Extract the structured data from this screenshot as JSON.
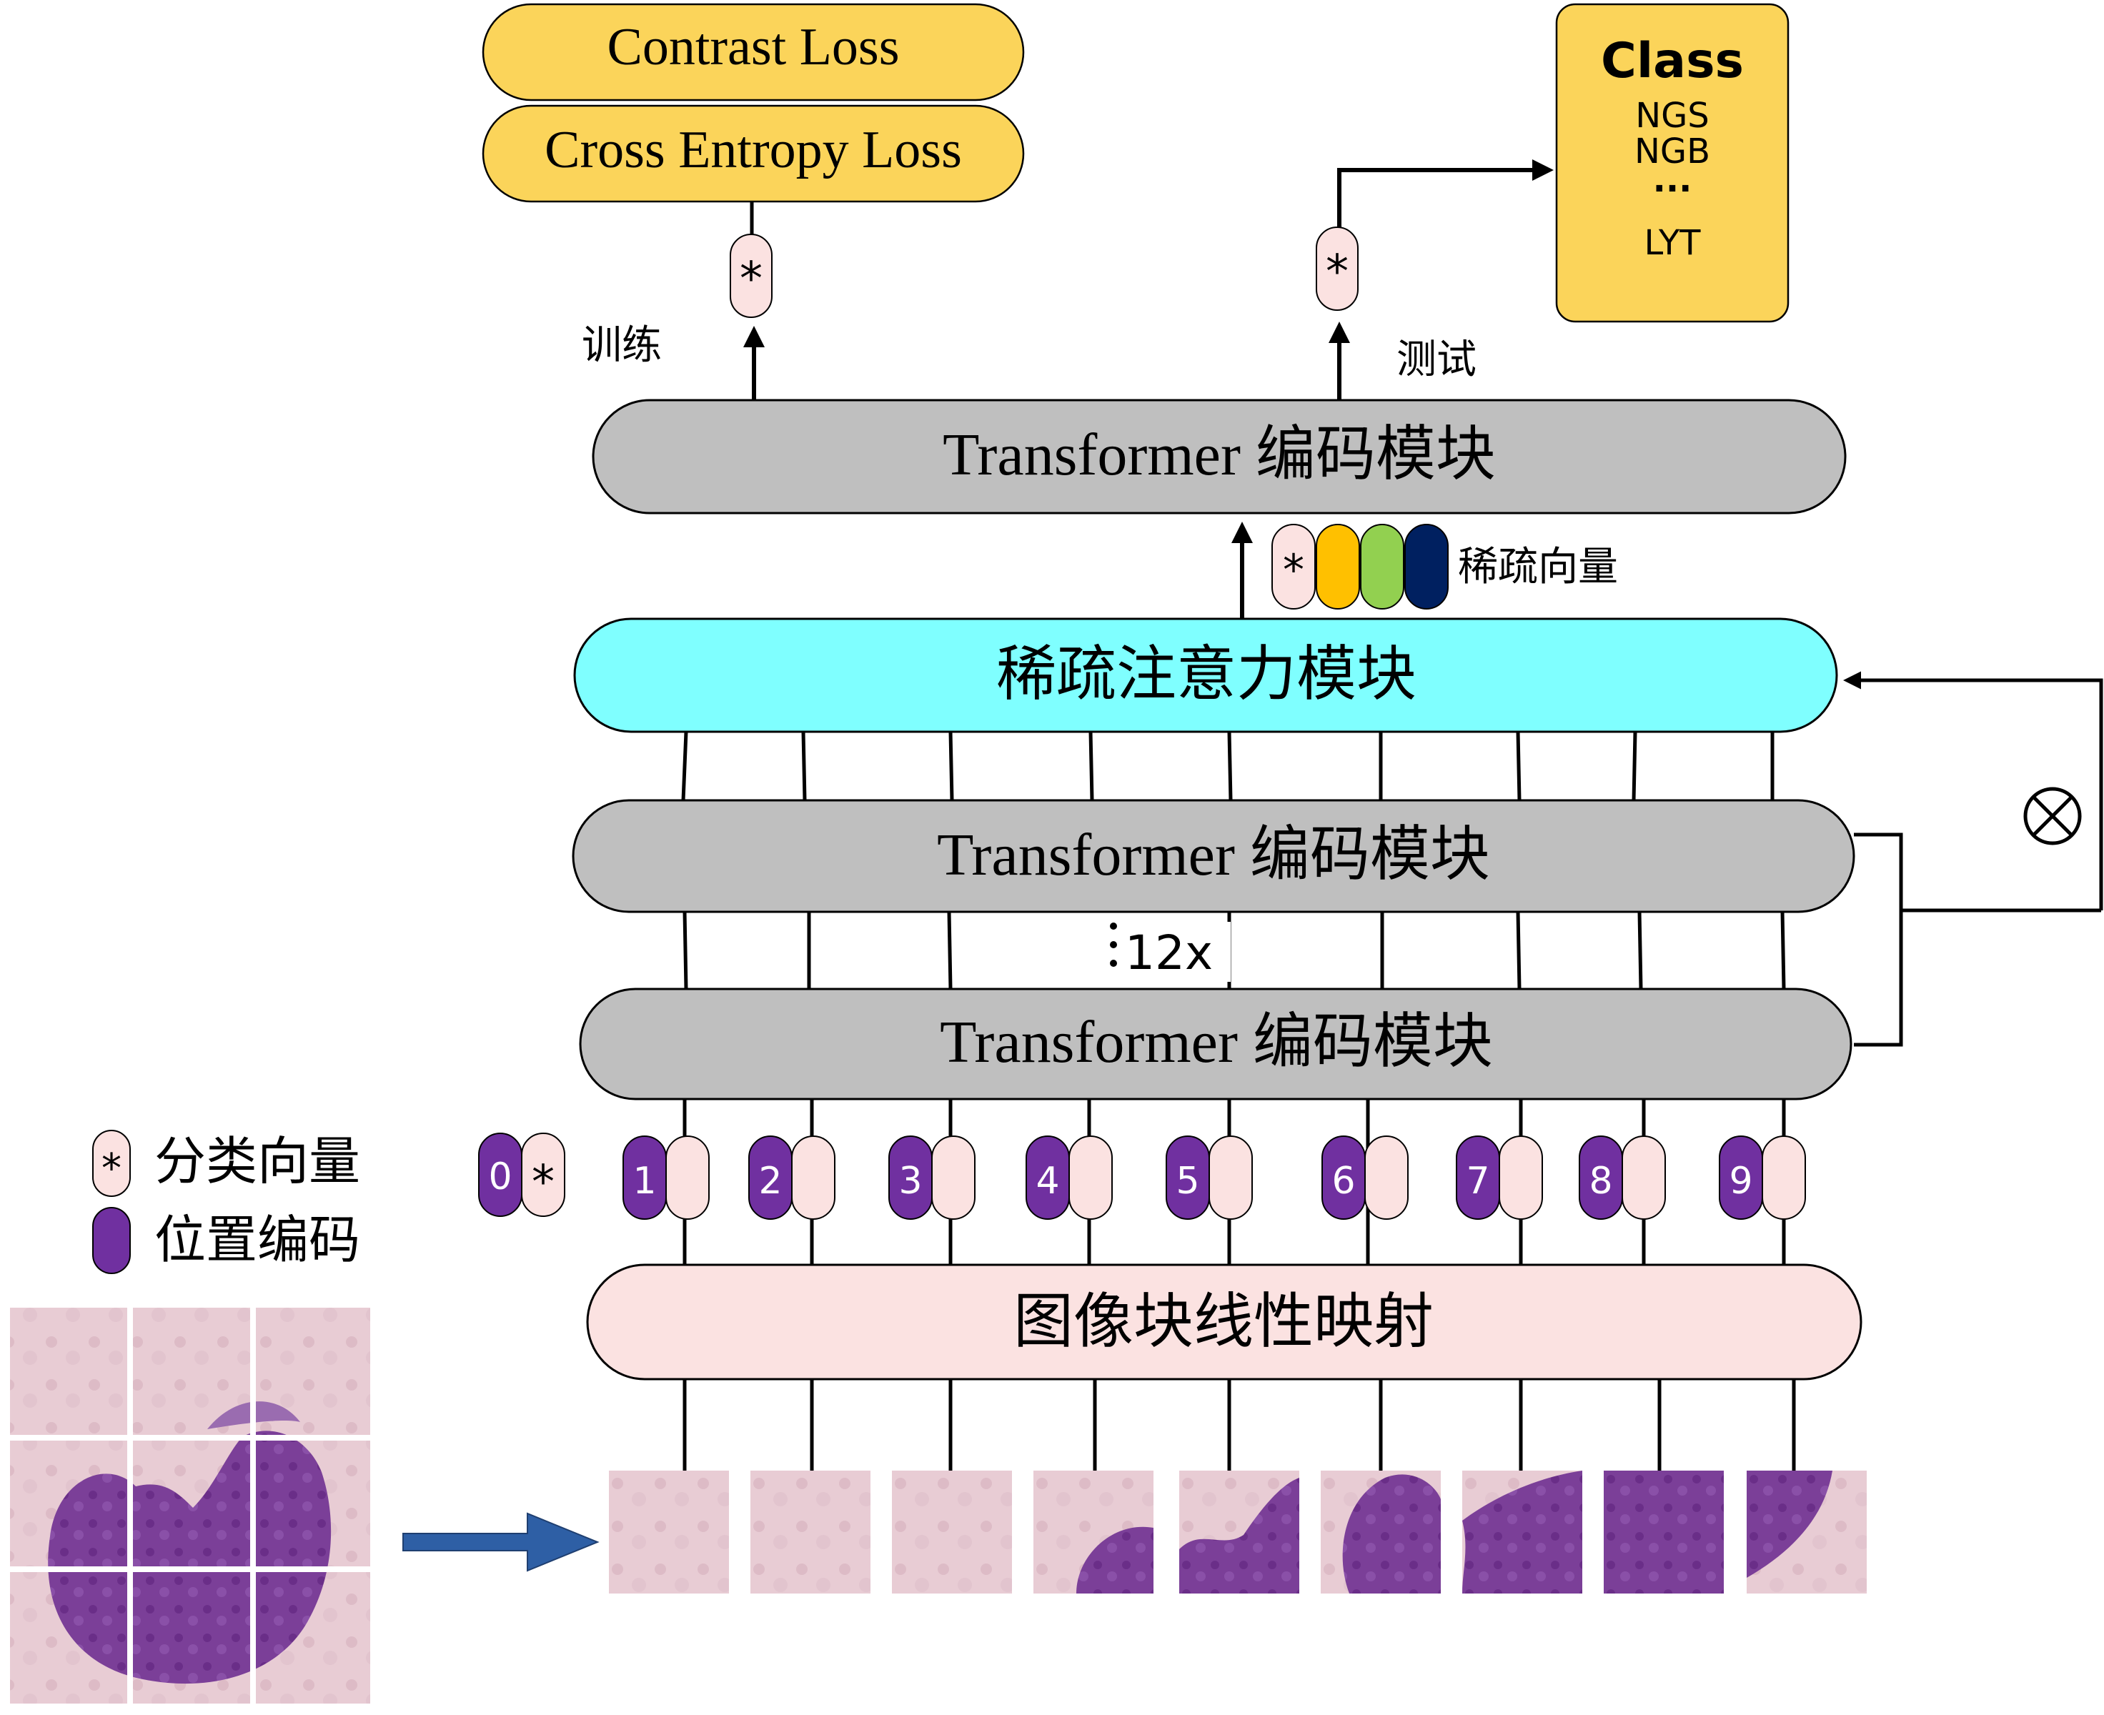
{
  "losses": {
    "contrast": "Contrast Loss",
    "cross_entropy": "Cross Entropy Loss"
  },
  "class_box": {
    "title": "Class",
    "items": [
      "NGS",
      "NGB",
      "...",
      "LYT"
    ]
  },
  "labels": {
    "train": "训练",
    "test": "测试",
    "sparse_vector": "稀疏向量",
    "repeat": "12x",
    "cls_symbol": "*",
    "cls_position": "0"
  },
  "modules": {
    "top_encoder": "Transformer 编码模块",
    "sparse_attention": "稀疏注意力模块",
    "encoder_upper": "Transformer 编码模块",
    "encoder_lower": "Transformer 编码模块",
    "patch_projection": "图像块线性映射"
  },
  "legend": {
    "class_vector": "分类向量",
    "position_encoding": "位置编码"
  },
  "patch_tokens": [
    "1",
    "2",
    "3",
    "4",
    "5",
    "6",
    "7",
    "8",
    "9"
  ],
  "colors": {
    "loss_yellow": "#FBD45A",
    "module_gray": "#BFBFBF",
    "sparse_cyan": "#7FFFFF",
    "projection_pink": "#FBE2E1",
    "token_pink": "#FBE2E1",
    "token_purple": "#7030A0",
    "sparse_orange": "#FFC000",
    "sparse_green": "#92D050",
    "sparse_navy": "#002060",
    "arrow_blue": "#2E5FA5",
    "cell_background": "#E4C3CE",
    "cell_nucleus": "#7B3F98"
  }
}
